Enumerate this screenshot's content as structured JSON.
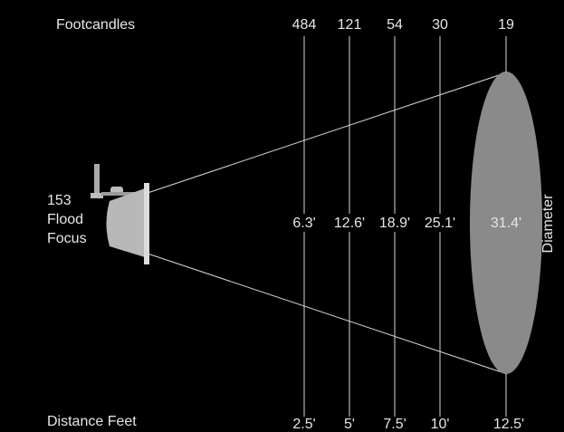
{
  "footcandles_label": "Footcandles",
  "distance_label": "Distance Feet",
  "diameter_label": "Diameter",
  "fixture": {
    "line1": "153",
    "line2": "Flood",
    "line3": "Focus"
  },
  "columns": [
    {
      "footcandles": "484",
      "diameter": "6.3'",
      "distance": "2.5'"
    },
    {
      "footcandles": "121",
      "diameter": "12.6'",
      "distance": "5'"
    },
    {
      "footcandles": "54",
      "diameter": "18.9'",
      "distance": "7.5'"
    },
    {
      "footcandles": "30",
      "diameter": "25.1'",
      "distance": "10'"
    },
    {
      "footcandles": "19",
      "diameter": "31.4'",
      "distance": "12.5'"
    }
  ],
  "colors": {
    "background": "#000000",
    "lines": "#d9d9d9",
    "beam_ellipse": "#8a8a8a",
    "text": "#e6e6e6"
  }
}
